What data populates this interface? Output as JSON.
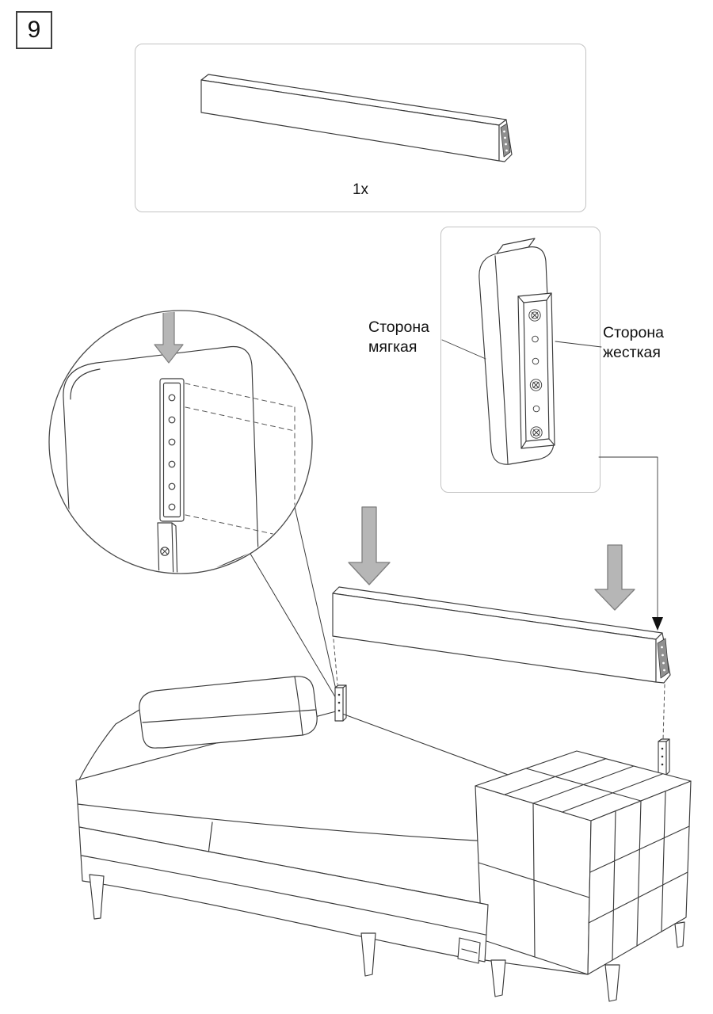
{
  "step": {
    "number": "9"
  },
  "parts": {
    "quantity_label": "1x"
  },
  "labels": {
    "soft": {
      "line1": "Сторона",
      "line2": "мягкая"
    },
    "hard": {
      "line1": "Сторона",
      "line2": "жесткая"
    }
  },
  "colors": {
    "line": "#3a3a3a",
    "box_border": "#c3c3c3",
    "arrow_fill": "#b6b6b6",
    "arrow_stroke": "#7e7e7e",
    "bracket_fill": "#909090"
  }
}
